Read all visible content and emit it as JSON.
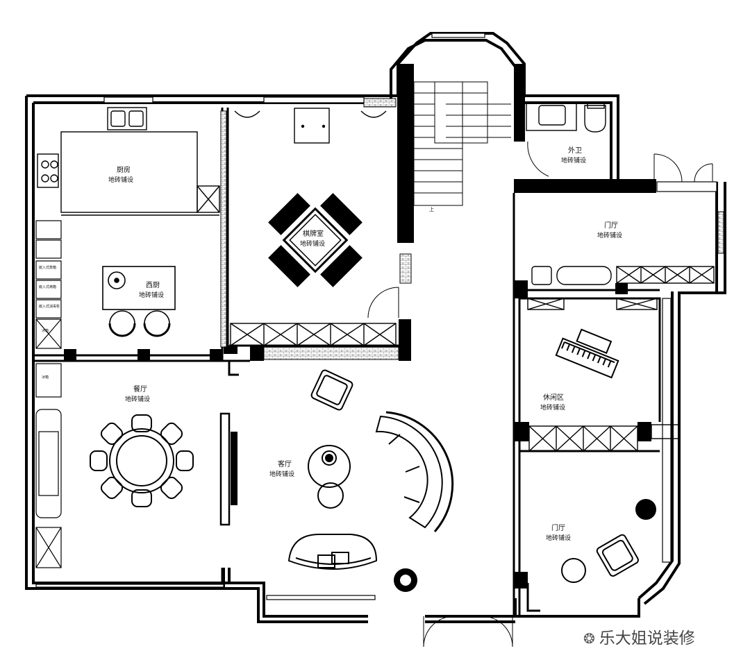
{
  "rooms": {
    "kitchen": {
      "name": "厨房",
      "floor": "地砖铺设"
    },
    "west_kitchen": {
      "name": "西厨",
      "floor": "地砖铺设"
    },
    "dining": {
      "name": "餐厅",
      "floor": "地砖铺设"
    },
    "tea_room": {
      "name": "棋牌室",
      "floor": "地砖铺设"
    },
    "living": {
      "name": "客厅",
      "floor": "地砖铺设"
    },
    "guest_bath": {
      "name": "外卫",
      "floor": "地砖铺设"
    },
    "foyer": {
      "name": "门厅",
      "floor": "地砖铺设"
    },
    "piano_room": {
      "name": "休闲区",
      "floor": "地砖铺设"
    },
    "study": {
      "name": "门厅",
      "floor": "地砖铺设"
    }
  },
  "stair_label": "上",
  "appliances": [
    "嵌入式蒸箱",
    "嵌入式烤箱",
    "嵌入式消毒柜",
    "冰箱"
  ],
  "fridge_label": "冰箱",
  "watermark": "乐大姐说装修"
}
